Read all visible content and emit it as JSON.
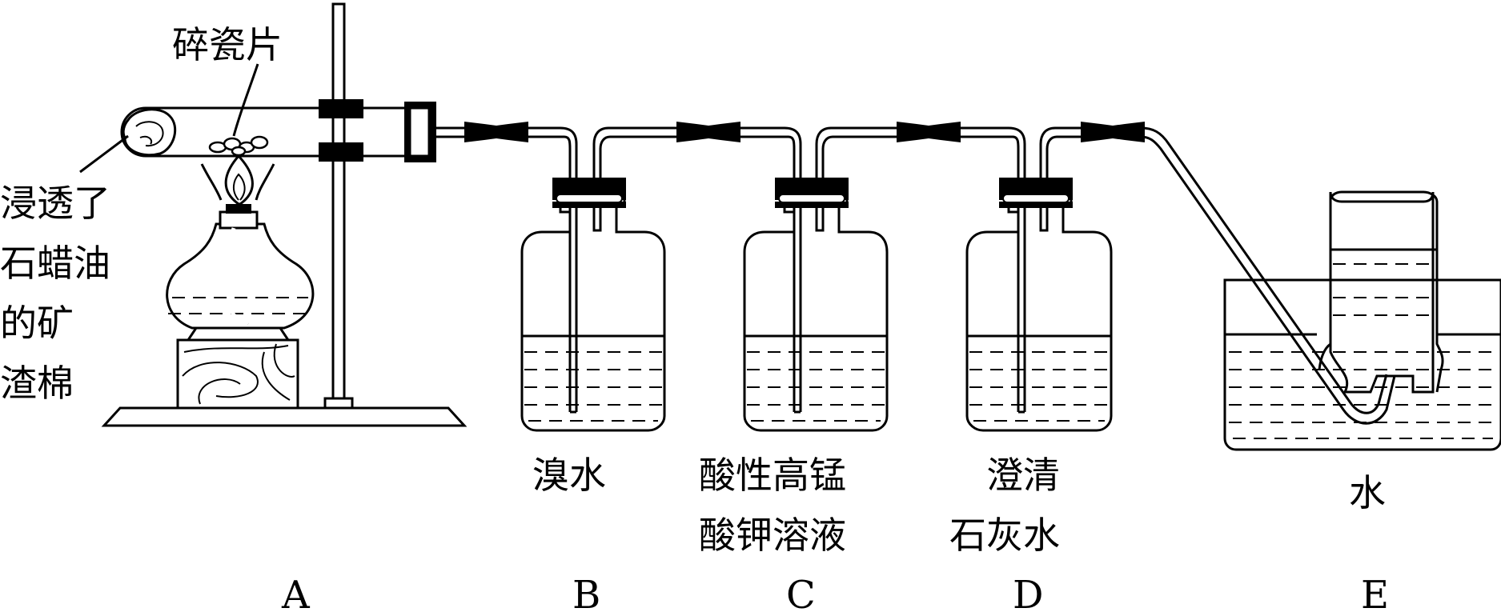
{
  "labels": {
    "porcelain": "碎瓷片",
    "mineral_wool": [
      "浸透了",
      "石蜡油",
      "的矿",
      "渣棉"
    ],
    "bromine_water": "溴水",
    "kmno4": [
      "酸性高锰",
      "酸钾溶液"
    ],
    "limewater": [
      "澄清",
      "石灰水"
    ],
    "water": "水"
  },
  "letters": [
    "A",
    "B",
    "C",
    "D",
    "E"
  ]
}
